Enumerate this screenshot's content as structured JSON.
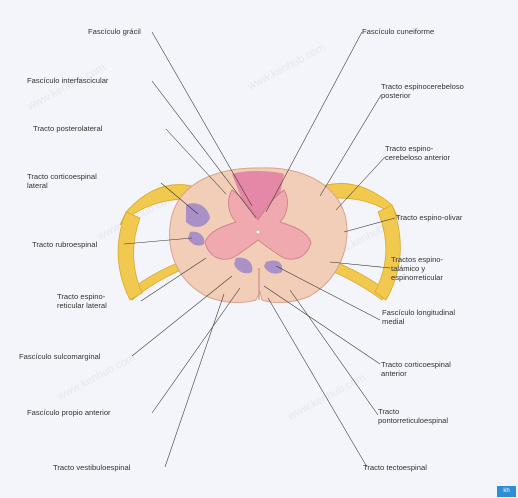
{
  "labels": {
    "fasciculo_gracil": "Fascículo grácil",
    "fasciculo_cuneiforme": "Fascículo cuneiforme",
    "fasciculo_interfascicular": "Fascículo interfascicular",
    "tracto_espinocerebeloso_posterior": "Tracto espinocerebeloso\nposterior",
    "tracto_posterolateral": "Tracto posterolateral",
    "tracto_espinocerebeloso_anterior": "Tracto espino-\ncerebeloso anterior",
    "tracto_corticoespinal_lateral": "Tracto corticoespinal\nlateral",
    "tracto_espino_olivar": "Tracto espino-olivar",
    "tracto_rubroespinal": "Tracto rubroespinal",
    "tractos_espinotalamico": "Tractos espino-\ntalámico y\nespinorreticular",
    "tracto_reticuloespinal_lateral": "Tracto espino-\nreticular lateral",
    "fasciculo_longitudinal_medial": "Fascículo longitudinal\nmedial",
    "fasciculo_sulcomarginal": "Fascículo sulcomarginal",
    "tracto_corticoespinal_anterior": "Tracto corticoespinal\nanterior",
    "fasciculo_propio_anterior": "Fascículo propio anterior",
    "tracto_pontorreticuloespinal": "Tracto\npontorreticuloespinal",
    "tracto_vestibuloespinal": "Tracto vestibuloespinal",
    "tracto_tectoespinal": "Tracto tectoespinal"
  },
  "watermark": "www.kenhub.com",
  "badge": "kh",
  "colors": {
    "white_matter": "#f2cdb8",
    "gray_matter": "#f0a9ae",
    "dorsal_tracts": "#e37aa2",
    "purple_tracts": "#9d86c9",
    "nerve_roots": "#f1c94f",
    "label_lines": "#333333"
  }
}
